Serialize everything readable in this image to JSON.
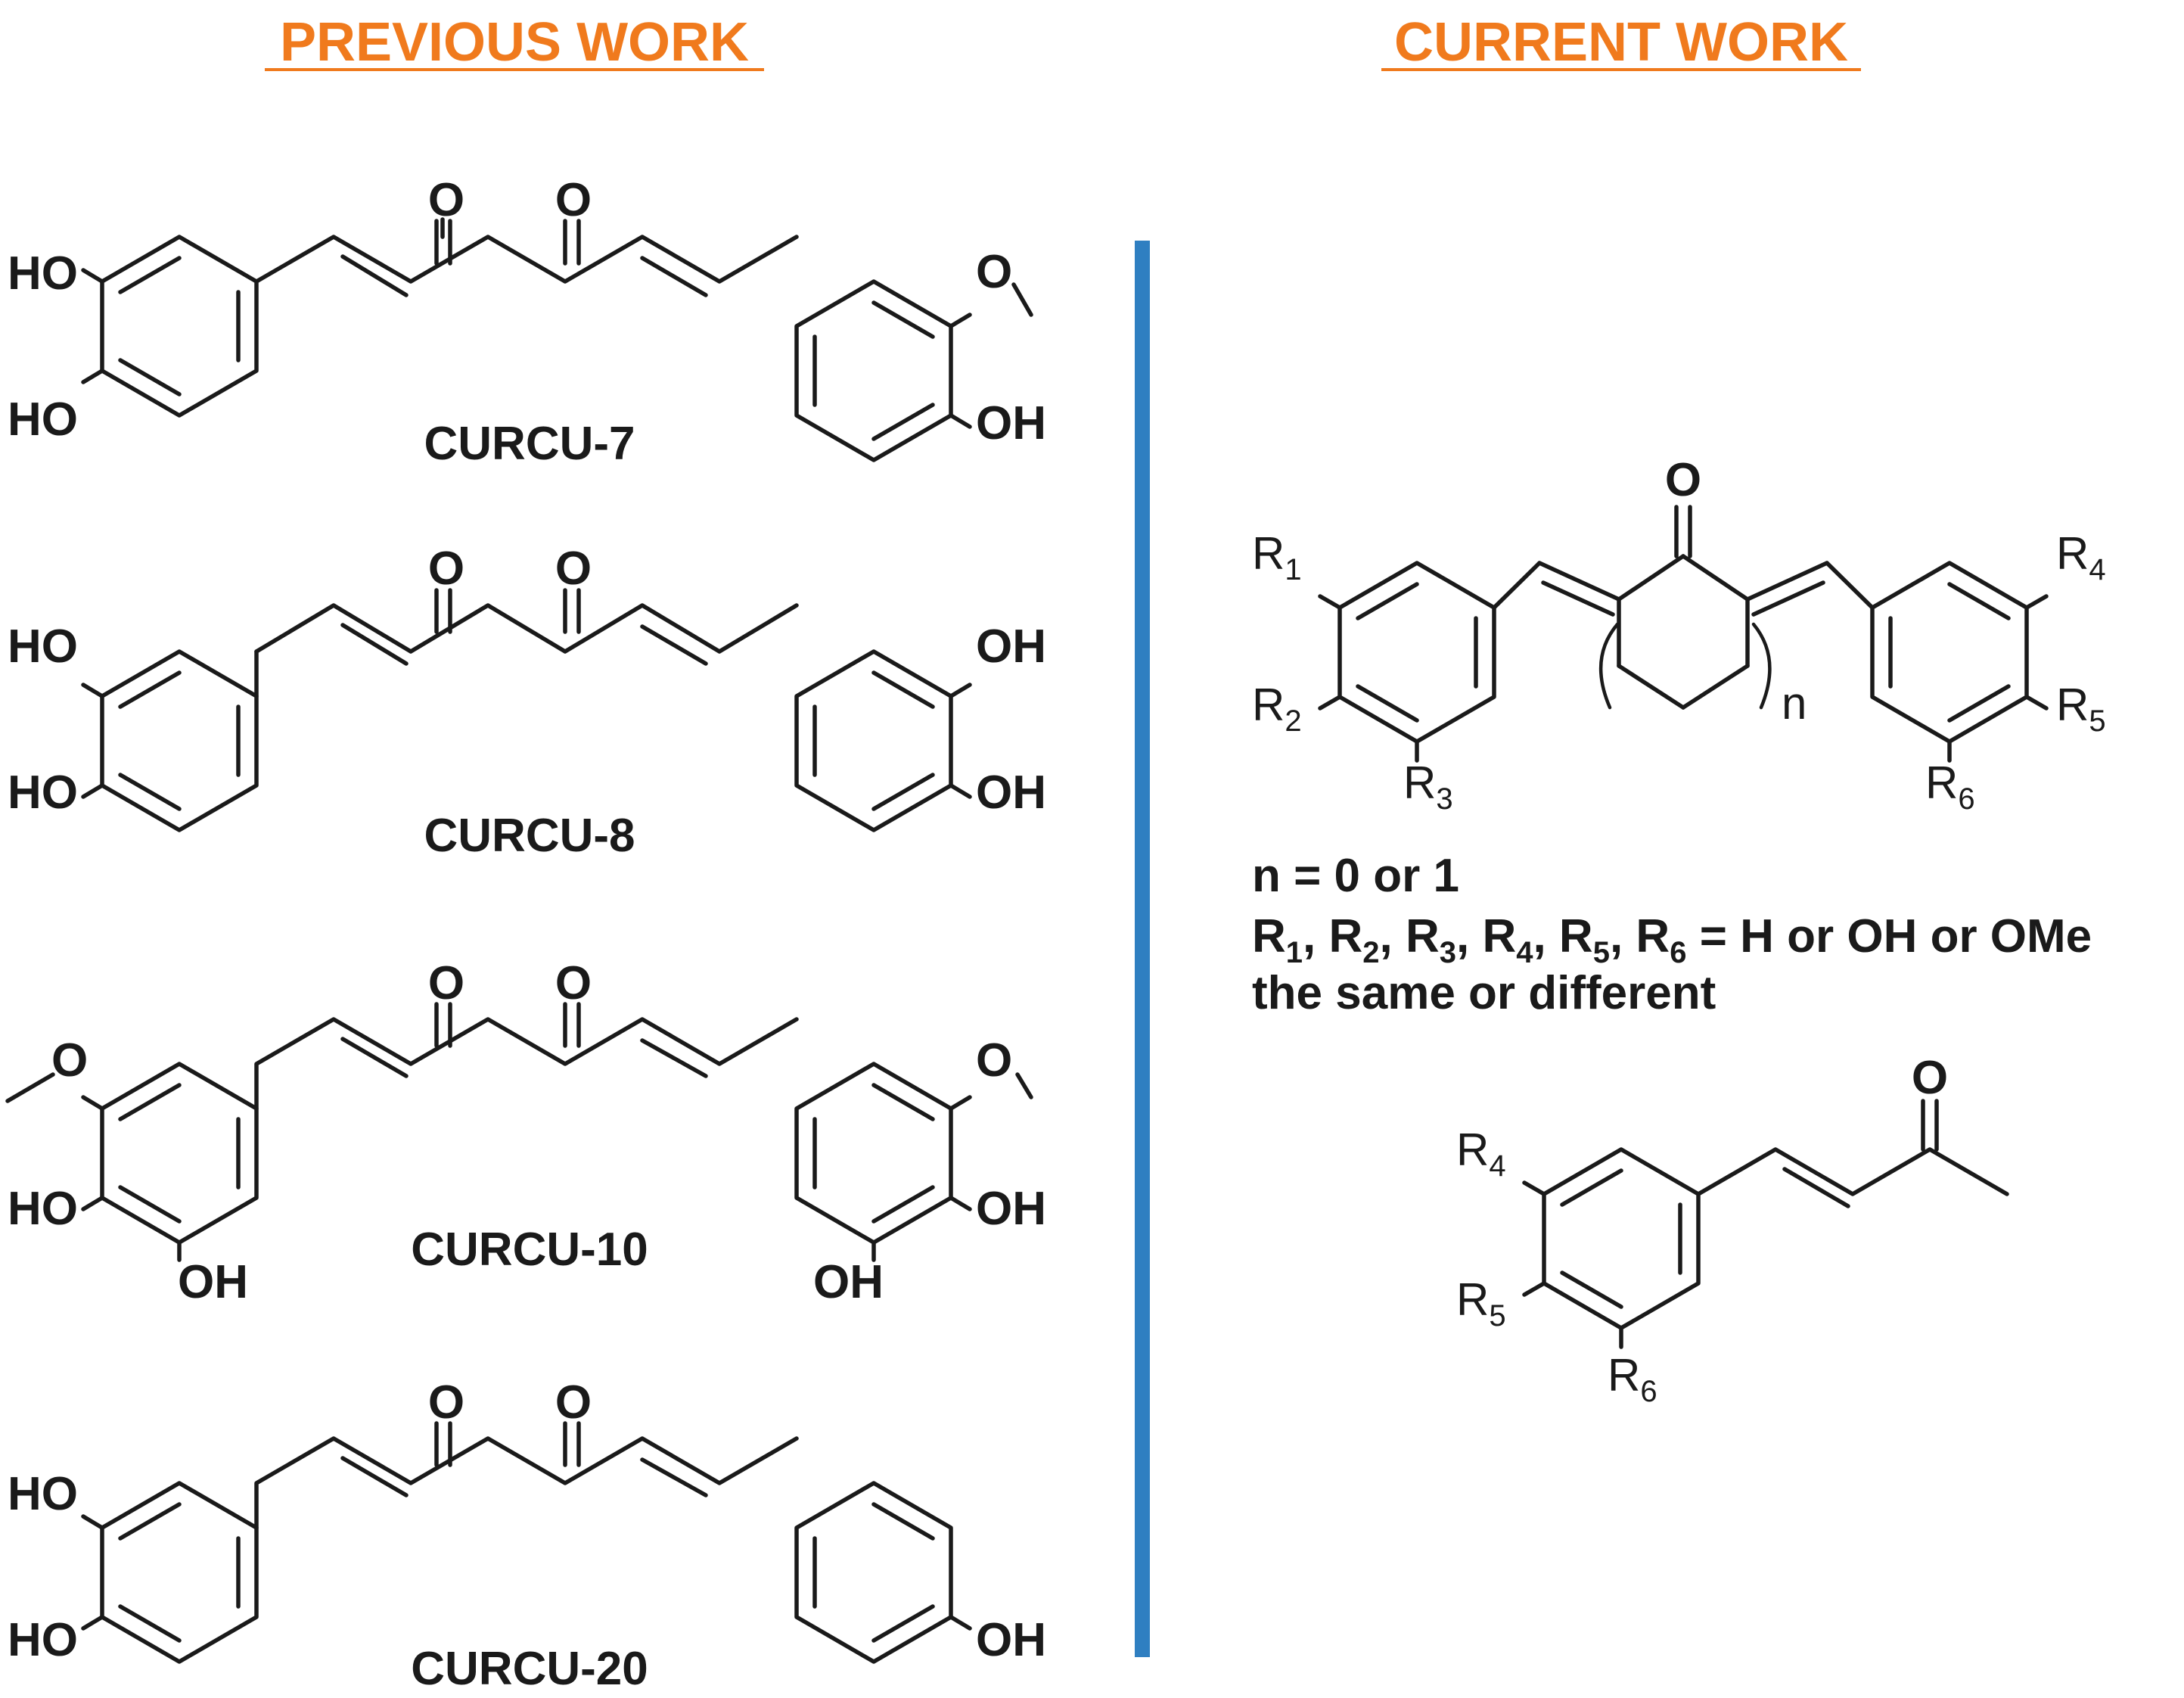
{
  "headings": {
    "previous": "PREVIOUS WORK",
    "current": "CURRENT WORK"
  },
  "colors": {
    "heading": "#f07a1d",
    "divider": "#2f7fc1",
    "ink": "#1a1a1a"
  },
  "previous_compounds": [
    {
      "label": "CURCU-7",
      "left_groups": [
        "HO",
        "HO"
      ],
      "right_groups": [
        "O",
        "OH"
      ]
    },
    {
      "label": "CURCU-8",
      "left_groups": [
        "HO",
        "HO"
      ],
      "right_groups": [
        "OH",
        "OH"
      ]
    },
    {
      "label": "CURCU-10",
      "left_groups": [
        "O",
        "HO",
        "OH"
      ],
      "right_groups": [
        "O",
        "OH",
        "OH"
      ]
    },
    {
      "label": "CURCU-20",
      "left_groups": [
        "HO",
        "HO"
      ],
      "right_groups": [
        "OH"
      ]
    }
  ],
  "carbonyl_atom": "O",
  "current": {
    "labels": {
      "r1": "R",
      "r1sub": "1",
      "r2": "R",
      "r2sub": "2",
      "r3": "R",
      "r3sub": "3",
      "r4": "R",
      "r4sub": "4",
      "r5": "R",
      "r5sub": "5",
      "r6": "R",
      "r6sub": "6",
      "n": "n"
    },
    "legend_line1": "n = 0 or 1",
    "legend_line2_a": "R",
    "legend_line2_subs": [
      "1",
      "2",
      "3",
      "4",
      "5",
      "6"
    ],
    "legend_line2_tail": "= H or OH or OMe",
    "legend_line3": "the same or different"
  }
}
